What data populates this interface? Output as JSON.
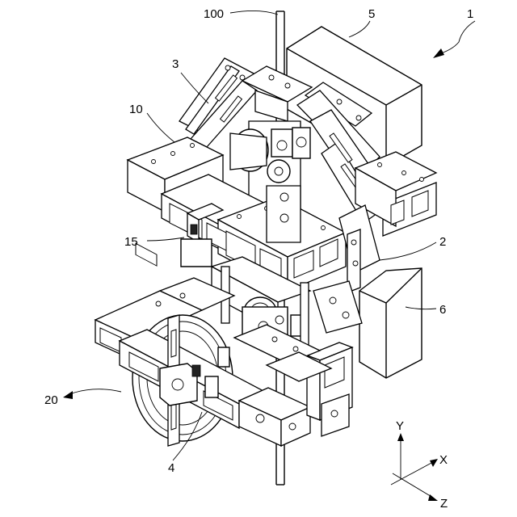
{
  "reference_numerals": {
    "r1": "1",
    "r2": "2",
    "r3": "3",
    "r4": "4",
    "r5": "5",
    "r6": "6",
    "r10": "10",
    "r15": "15",
    "r20": "20",
    "r100": "100"
  },
  "axes": {
    "y": "Y",
    "x": "X",
    "z": "Z"
  }
}
